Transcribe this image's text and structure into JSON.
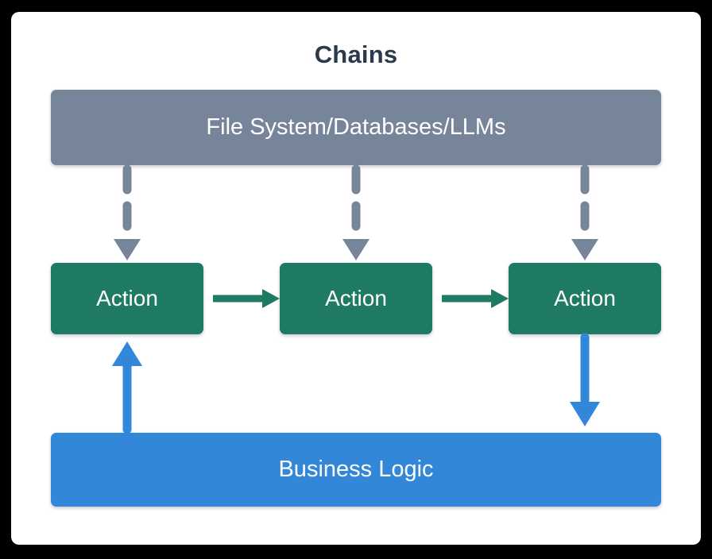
{
  "diagram": {
    "title": "Chains",
    "title_color": "#2b3a4a",
    "background_color": "#ffffff",
    "canvas_color": "#000000",
    "nodes": [
      {
        "id": "resource-bar",
        "label": "File System/Databases/LLMs",
        "color": "#76859a",
        "text_color": "#ffffff",
        "role": "resource-layer"
      },
      {
        "id": "action-1",
        "label": "Action",
        "color": "#1f7a63",
        "text_color": "#ffffff",
        "role": "action-step"
      },
      {
        "id": "action-2",
        "label": "Action",
        "color": "#1f7a63",
        "text_color": "#ffffff",
        "role": "action-step"
      },
      {
        "id": "action-3",
        "label": "Action",
        "color": "#1f7a63",
        "text_color": "#ffffff",
        "role": "action-step"
      },
      {
        "id": "business-logic",
        "label": "Business Logic",
        "color": "#3287d8",
        "text_color": "#ffffff",
        "role": "logic-layer"
      }
    ],
    "connectors": [
      {
        "id": "resource-to-action-1",
        "style": "dashed",
        "color": "#76859a",
        "direction": "down",
        "from": "resource-bar",
        "to": "action-1"
      },
      {
        "id": "resource-to-action-2",
        "style": "dashed",
        "color": "#76859a",
        "direction": "down",
        "from": "resource-bar",
        "to": "action-2"
      },
      {
        "id": "resource-to-action-3",
        "style": "dashed",
        "color": "#76859a",
        "direction": "down",
        "from": "resource-bar",
        "to": "action-3"
      },
      {
        "id": "action-1-to-action-2",
        "style": "solid",
        "color": "#1f7a63",
        "direction": "right",
        "from": "action-1",
        "to": "action-2"
      },
      {
        "id": "action-2-to-action-3",
        "style": "solid",
        "color": "#1f7a63",
        "direction": "right",
        "from": "action-2",
        "to": "action-3"
      },
      {
        "id": "business-logic-to-action-1",
        "style": "solid",
        "color": "#3287d8",
        "direction": "up",
        "from": "business-logic",
        "to": "action-1"
      },
      {
        "id": "action-3-to-business-logic",
        "style": "solid",
        "color": "#3287d8",
        "direction": "down",
        "from": "action-3",
        "to": "business-logic"
      }
    ]
  }
}
